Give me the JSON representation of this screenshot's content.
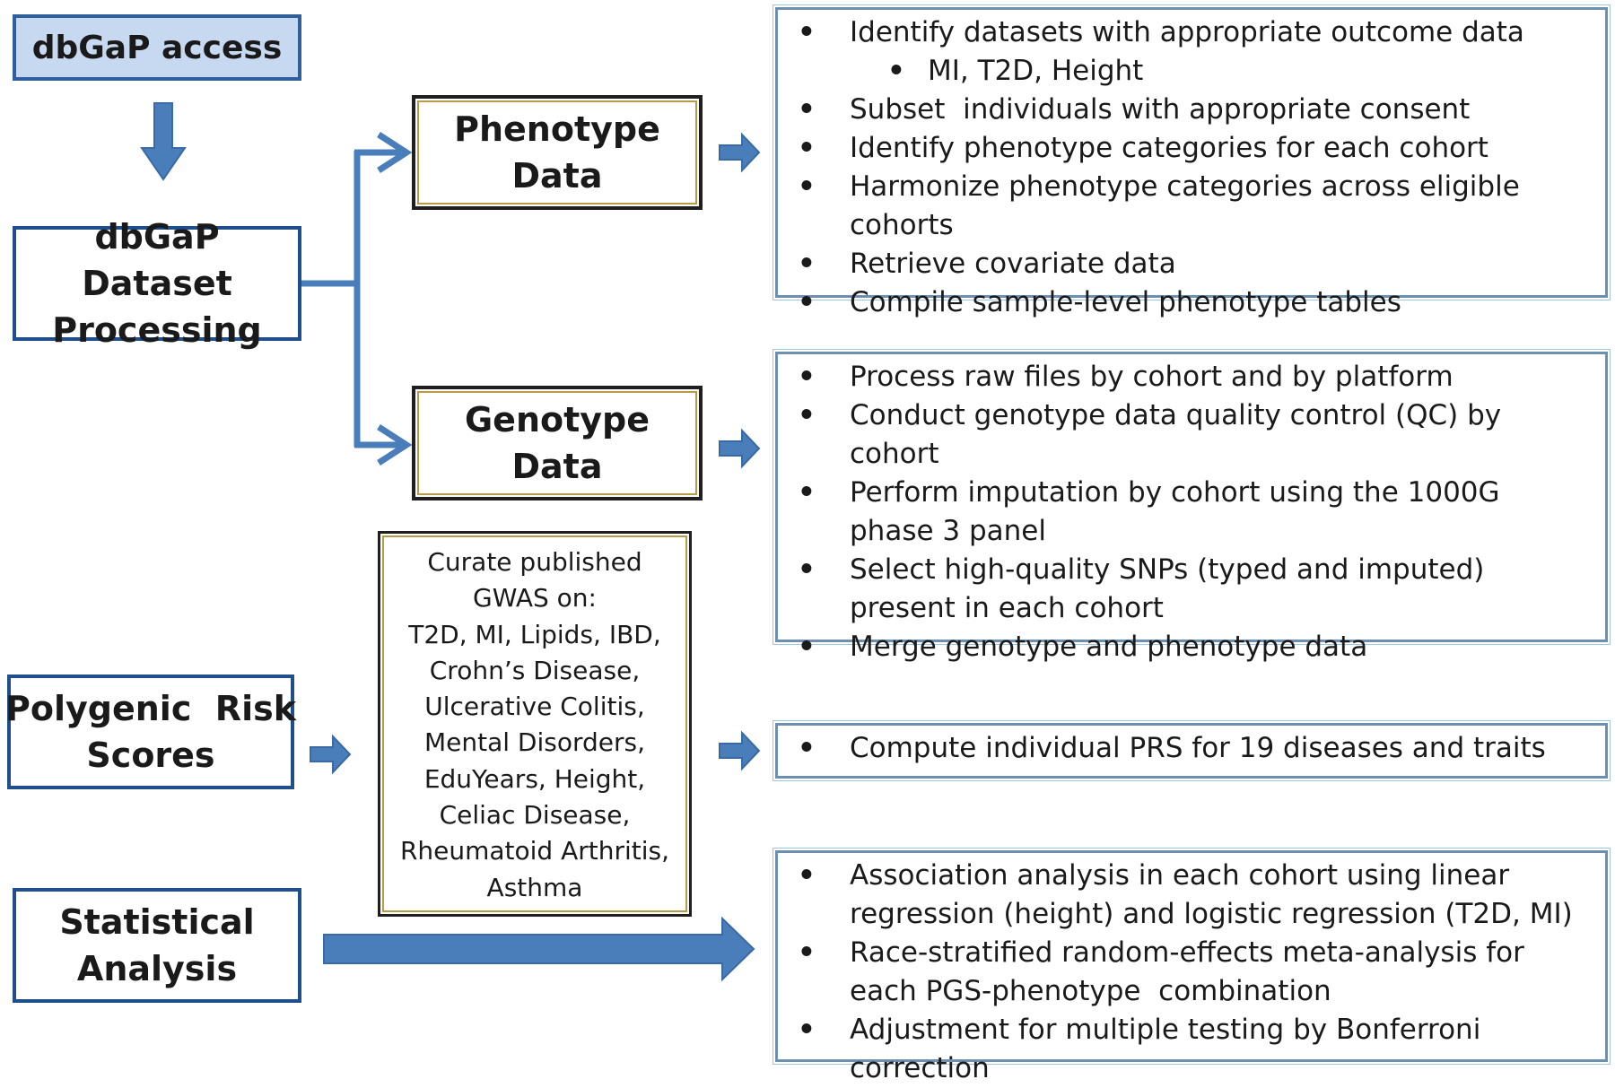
{
  "boxes": {
    "dbgap_access": "dbGaP access",
    "dataset_processing": [
      "dbGaP Dataset",
      "Processing"
    ],
    "phenotype": [
      "Phenotype",
      "Data"
    ],
    "genotype": [
      "Genotype",
      "Data"
    ],
    "prs": [
      "Polygenic  Risk",
      "Scores"
    ],
    "statistical": [
      "Statistical",
      "Analysis"
    ]
  },
  "gwas_lines": [
    "Curate published",
    "GWAS on:",
    "T2D, MI, Lipids, IBD,",
    "Crohn’s Disease,",
    "Ulcerative Colitis,",
    "Mental Disorders,",
    "EduYears, Height,",
    "Celiac Disease,",
    "Rheumatoid Arthritis,",
    "Asthma"
  ],
  "phenotype_steps": [
    "Identify datasets with appropriate outcome data",
    "MI, T2D, Height",
    "Subset  individuals with appropriate consent",
    "Identify phenotype categories for each cohort",
    "Harmonize phenotype categories across eligible cohorts",
    "Retrieve covariate data",
    "Compile sample-level phenotype tables"
  ],
  "genotype_steps": [
    "Process raw files by cohort and by platform",
    "Conduct genotype data quality control (QC) by cohort",
    "Perform imputation by cohort using the 1000G phase 3 panel",
    "Select high-quality SNPs (typed and imputed) present in each cohort",
    "Merge genotype and phenotype data"
  ],
  "prs_steps": [
    "Compute individual PRS for 19 diseases and traits"
  ],
  "analysis_steps": [
    "Association analysis in each cohort using linear regression (height) and logistic regression (T2D, MI)",
    "Race-stratified random-effects meta-analysis for each PGS-phenotype  combination",
    "Adjustment for multiple testing by Bonferroni correction"
  ],
  "colors": {
    "arrow": "#4a7ebb",
    "arrow_edge": "#3a6aa5",
    "access_fill": "#c6d9f1",
    "box_border": "#1f4e8c",
    "gold_outline": "#b99a46"
  }
}
